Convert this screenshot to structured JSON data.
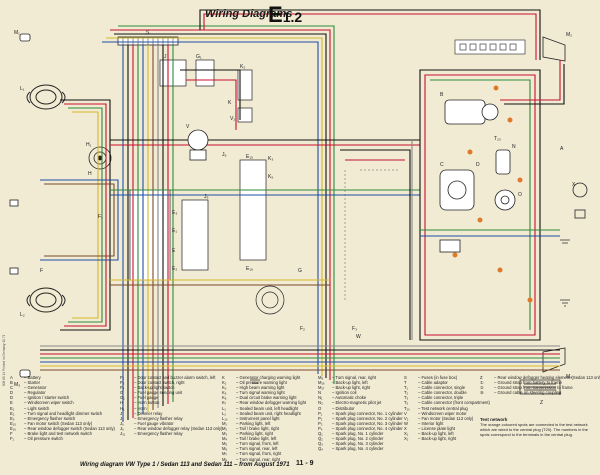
{
  "header": {
    "title": "Wiring Diagrams",
    "code": "E",
    "code_num": "1.2"
  },
  "footer": {
    "caption": "Wiring diagram VW Type 1 / Sedan 113 and Sedan 111 – from August 1971",
    "page": "11 - 9"
  },
  "side_note": "808 60 14 Printed in Germany 10.71",
  "legend": {
    "col1": [
      [
        "A",
        "– Battery"
      ],
      [
        "B",
        "– Starter"
      ],
      [
        "C",
        "– Generator"
      ],
      [
        "D",
        "– Regulator"
      ],
      [
        "D",
        "– Ignition / starter switch"
      ],
      [
        "E",
        "– Windscreen wiper switch"
      ],
      [
        "E₁",
        "– Light switch"
      ],
      [
        "E₂",
        "– Turn signal and headlight dimmer switch"
      ],
      [
        "E₃",
        "– Emergency flasher switch"
      ],
      [
        "E₁₅",
        "– Fan motor switch (Sedan 113 only)"
      ],
      [
        "E₁₆",
        "– Rear window defogger switch (Sedan 113 only)"
      ],
      [
        "F",
        "– Brake light and test network switch"
      ],
      [
        "F₁",
        "– Oil pressure switch"
      ]
    ],
    "col2": [
      [
        "F₂",
        "– Door contact and buzzer alarm switch, left"
      ],
      [
        "F₃",
        "– Door contact switch, right"
      ],
      [
        "F₄",
        "– Back-up light switch"
      ],
      [
        "G",
        "– Fuel gauge sending unit"
      ],
      [
        "G₁",
        "– Fuel gauge"
      ],
      [
        "H",
        "– Horn button"
      ],
      [
        "H₁",
        "– Horn"
      ],
      [
        "J",
        "– Dimmer relay"
      ],
      [
        "J₂",
        "– Emergency flasher relay"
      ],
      [
        "J₆",
        "– Fuel gauge vibrator"
      ],
      [
        "J₉",
        "– Rear window defogger relay (Sedan 113 only)"
      ],
      [
        "J₃₁",
        "– Emergency flasher relay"
      ]
    ],
    "col3": [
      [
        "K",
        "– Generator charging warning light"
      ],
      [
        "K₂",
        "– Oil pressure warning light"
      ],
      [
        "K₃",
        "– High beam warning light"
      ],
      [
        "K₅",
        "– Turn signal warning light"
      ],
      [
        "K₆",
        "– Dual circuit brake warning light"
      ],
      [
        "K₇",
        "– Rear window defogger warning light"
      ],
      [
        "L₁",
        "– Sealed beam unit, left headlight"
      ],
      [
        "L₂",
        "– Sealed beam unit, right headlight"
      ],
      [
        "L₁₀",
        "– Instrument panel light"
      ],
      [
        "M₁",
        "– Parking light, left"
      ],
      [
        "M₂",
        "– Tail / brake light, right"
      ],
      [
        "M₃",
        "– Parking light, right"
      ],
      [
        "M₄",
        "– Tail / brake light, left"
      ],
      [
        "M₅",
        "– Turn signal, front, left"
      ],
      [
        "M₆",
        "– Turn signal, rear, left"
      ],
      [
        "M₇",
        "– Turn signal, front, right"
      ],
      [
        "M₈",
        "– Turn signal, rear, right"
      ]
    ],
    "col4": [
      [
        "M₉",
        "– Turn signal, rear, right"
      ],
      [
        "M₁₆",
        "– Back-up light, left"
      ],
      [
        "M₁₇",
        "– Back-up light, right"
      ],
      [
        "N",
        "– Ignition coil"
      ],
      [
        "N₁",
        "– Automatic choke"
      ],
      [
        "N₃",
        "– Electro-magnetic pilot jet"
      ],
      [
        "O",
        "– Distributor"
      ],
      [
        "P₁",
        "– Spark plug connector, No. 1 cylinder"
      ],
      [
        "P₂",
        "– Spark plug connector, No. 2 cylinder"
      ],
      [
        "P₃",
        "– Spark plug connector, No. 3 cylinder"
      ],
      [
        "P₄",
        "– Spark plug connector, No. 4 cylinder"
      ],
      [
        "Q₁",
        "– Spark plug, No. 1 cylinder"
      ],
      [
        "Q₂",
        "– Spark plug, No. 2 cylinder"
      ],
      [
        "Q₃",
        "– Spark plug, No. 3 cylinder"
      ],
      [
        "Q₄",
        "– Spark plug, No. 4 cylinder"
      ]
    ],
    "col5": [
      [
        "S",
        "– Fuses (in fuse box)"
      ],
      [
        "T",
        "– Cable adaptor"
      ],
      [
        "T₁",
        "– Cable connector, single"
      ],
      [
        "T₂",
        "– Cable connector, double"
      ],
      [
        "T₃",
        "– Cable connector, triple"
      ],
      [
        "T₅",
        "– Cable connector (front compartment)"
      ],
      [
        "T₂₀",
        "– Test network central plug"
      ],
      [
        "V",
        "– Windscreen wiper motor"
      ],
      [
        "V₂",
        "– Fan motor (Sedan 113 only)"
      ],
      [
        "W",
        "– Interior light"
      ],
      [
        "X",
        "– License plate light"
      ],
      [
        "X₁",
        "– Back-up light, left"
      ],
      [
        "X₂",
        "– Back-up light, right"
      ]
    ],
    "col6": [
      [
        "Z",
        "– Rear window defogger heating element (Sedan 113 only)"
      ],
      [
        "①",
        "– Ground strap from battery to frame"
      ],
      [
        "②",
        "– Ground strap from transmission to frame"
      ],
      [
        "⑩",
        "– Ground cable on steering coupling"
      ]
    ]
  },
  "test_network": {
    "title": "Test network",
    "text": "The orange coloured spots are connected in the test network which are wired to the central plug (T20). The numbers in the spots correspond to the terminals in the central plug."
  },
  "diagram_labels": [
    "S",
    "J",
    "G₁",
    "K₂",
    "K",
    "J₆",
    "K₃",
    "K₅",
    "E₃",
    "E₁",
    "E",
    "E₂",
    "V",
    "H",
    "F₁",
    "F",
    "F₂",
    "F₃",
    "G",
    "A",
    "B",
    "C",
    "D",
    "N",
    "O",
    "L₁",
    "L₂",
    "M₁",
    "M₂",
    "M₃",
    "M₄",
    "W",
    "X",
    "Z",
    "T₂₀",
    "H₁",
    "V₂",
    "J₉",
    "E₁₅",
    "E₁₆"
  ],
  "colors": {
    "paper": "#f1ebd4",
    "red": "#c8102e",
    "black": "#111111",
    "green": "#2e8b3a",
    "blue": "#1f4fa3",
    "yellow": "#d7b728",
    "brown": "#7a4a2a",
    "grey": "#888888",
    "white": "#ffffff",
    "orange": "#e07a2b"
  }
}
